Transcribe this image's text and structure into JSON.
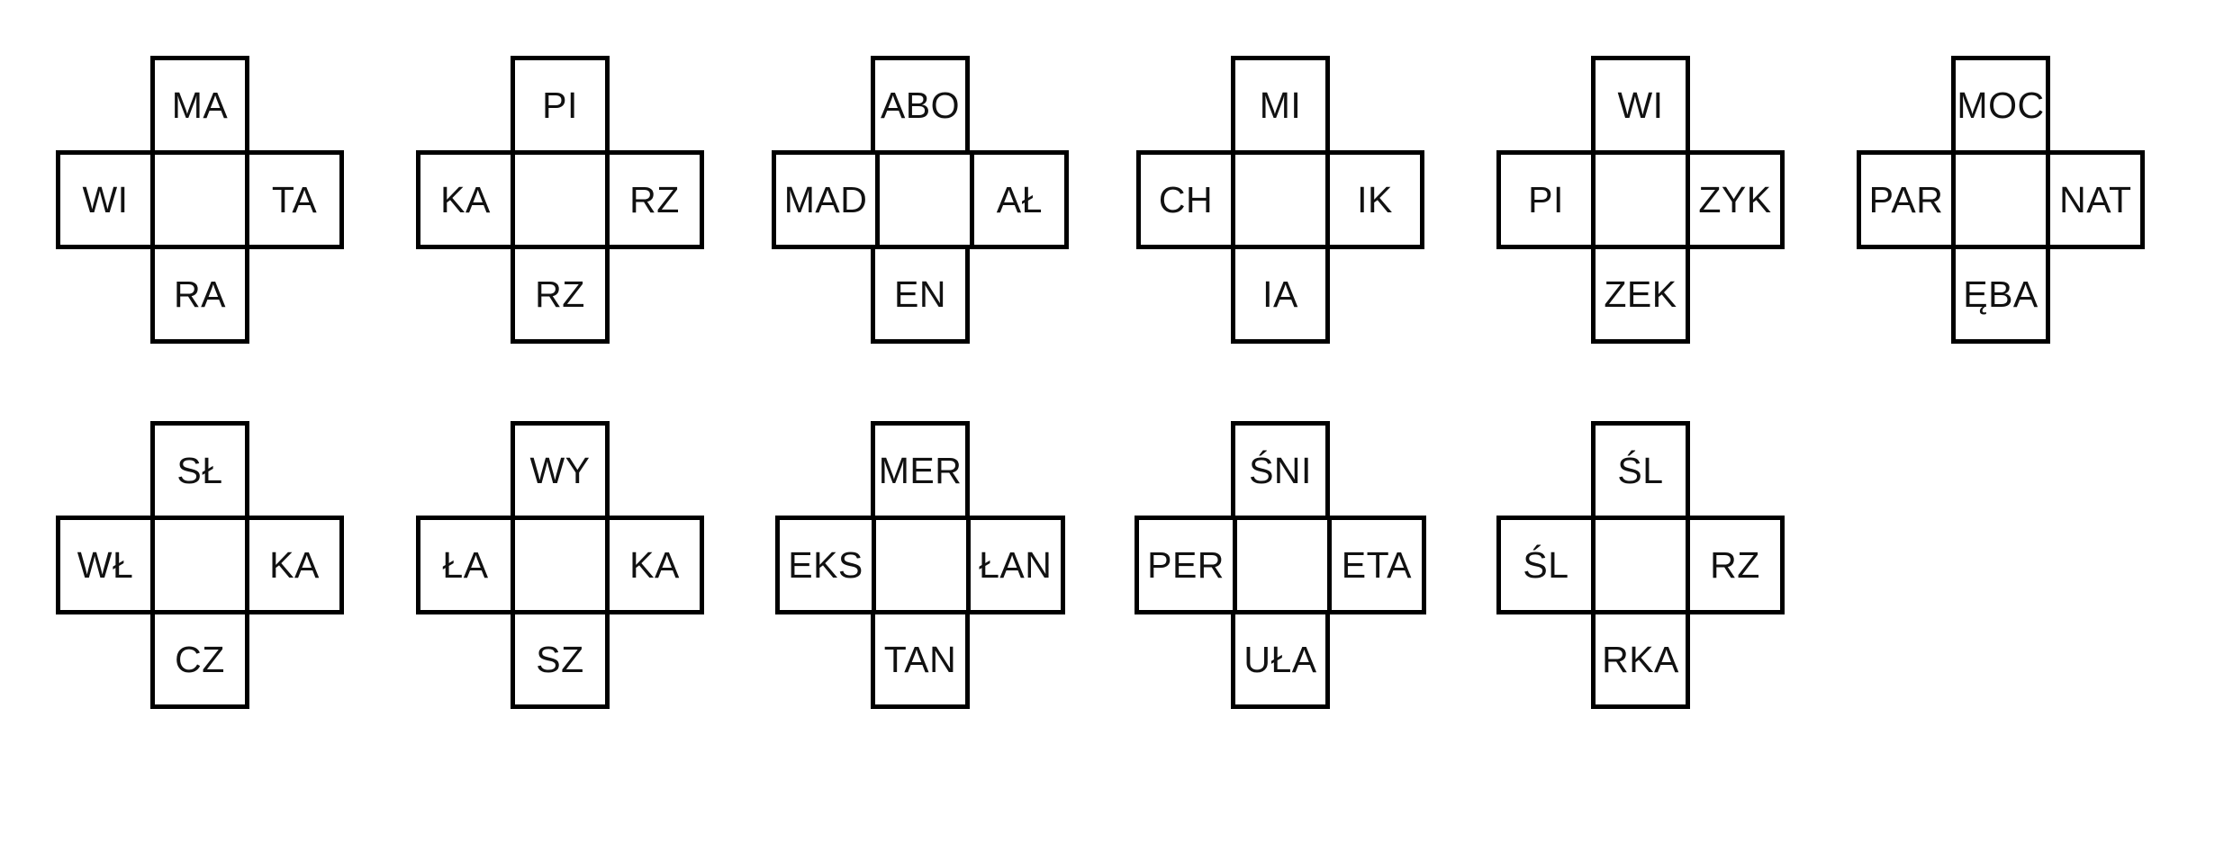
{
  "page": {
    "title": "Word cross puzzles",
    "background_color": "#ffffff",
    "border_color": "#000000",
    "text_color": "#111111",
    "rows": 2,
    "columns": 6
  },
  "puzzles": [
    {
      "id": "puzzle-1",
      "row": 1,
      "column": 1,
      "top": "MA",
      "left": "WI",
      "center": "",
      "right": "TA",
      "bottom": "RA"
    },
    {
      "id": "puzzle-2",
      "row": 1,
      "column": 2,
      "top": "PI",
      "left": "KA",
      "center": "",
      "right": "RZ",
      "bottom": "RZ"
    },
    {
      "id": "puzzle-3",
      "row": 1,
      "column": 3,
      "top": "ABO",
      "left": "MAD",
      "center": "",
      "right": "AŁ",
      "bottom": "EN"
    },
    {
      "id": "puzzle-4",
      "row": 1,
      "column": 4,
      "top": "MI",
      "left": "CH",
      "center": "",
      "right": "IK",
      "bottom": "IA"
    },
    {
      "id": "puzzle-5",
      "row": 1,
      "column": 5,
      "top": "WI",
      "left": "PI",
      "center": "",
      "right": "ZYK",
      "bottom": "ZEK"
    },
    {
      "id": "puzzle-6",
      "row": 1,
      "column": 6,
      "top": "MOC",
      "left": "PAR",
      "center": "",
      "right": "NAT",
      "bottom": "ĘBA"
    },
    {
      "id": "puzzle-7",
      "row": 2,
      "column": 1,
      "top": "SŁ",
      "left": "WŁ",
      "center": "",
      "right": "KA",
      "bottom": "CZ"
    },
    {
      "id": "puzzle-8",
      "row": 2,
      "column": 2,
      "top": "WY",
      "left": "ŁA",
      "center": "",
      "right": "KA",
      "bottom": "SZ"
    },
    {
      "id": "puzzle-9",
      "row": 2,
      "column": 3,
      "top": "MER",
      "left": "EKS",
      "center": "",
      "right": "ŁAN",
      "bottom": "TAN"
    },
    {
      "id": "puzzle-10",
      "row": 2,
      "column": 4,
      "top": "ŚNI",
      "left": "PER",
      "center": "",
      "right": "ETA",
      "bottom": "UŁA"
    },
    {
      "id": "puzzle-11",
      "row": 2,
      "column": 5,
      "top": "ŚL",
      "left": "ŚL",
      "center": "",
      "right": "RZ",
      "bottom": "RKA"
    }
  ]
}
